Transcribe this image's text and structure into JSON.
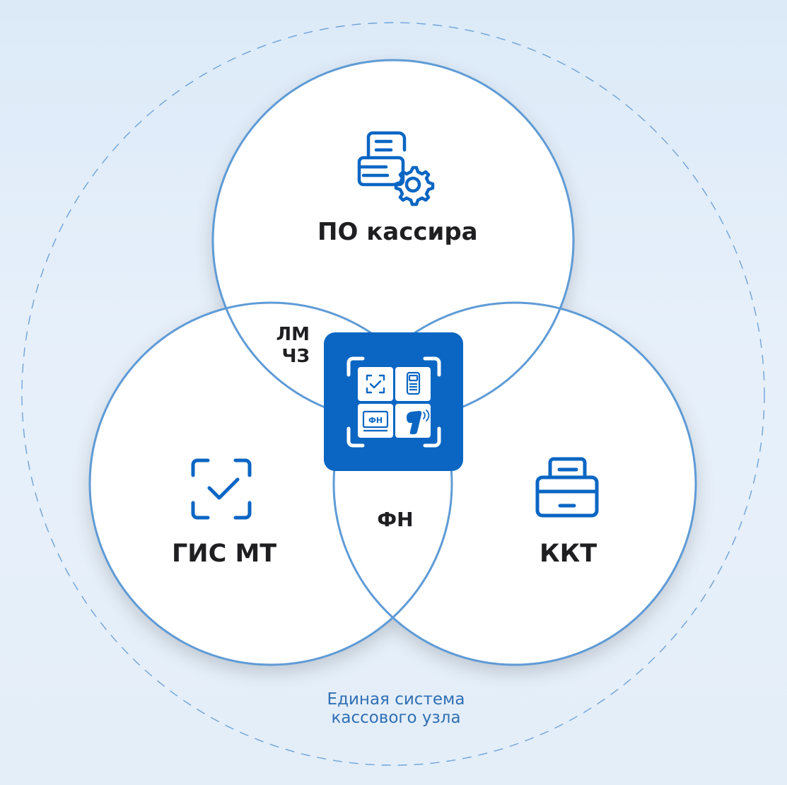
{
  "diagram": {
    "circles": [
      {
        "id": "po",
        "label": "ПО кассира",
        "icon": "receipt-printer-gear-icon"
      },
      {
        "id": "gis",
        "label": "ГИС МТ",
        "icon": "scan-check-icon"
      },
      {
        "id": "kkt",
        "label": "ККТ",
        "icon": "cash-register-icon"
      }
    ],
    "intersections": {
      "po_gis_line1": "ЛМ",
      "po_gis_line2": "ЧЗ",
      "gis_kkt": "ФН"
    },
    "center_icon": {
      "name": "center-tiles-icon",
      "tiles": [
        "scan-check-tile",
        "handheld-terminal-tile",
        "fn-tile",
        "barcode-scanner-tile"
      ],
      "fn_label": "ФН"
    },
    "caption": {
      "line1": "Единая система",
      "line2": "кассового узла"
    },
    "colors": {
      "primary": "#0b66c3",
      "circle_stroke": "#5f9bd6",
      "caption": "#2f6fb3",
      "text": "#1f1f22"
    }
  }
}
